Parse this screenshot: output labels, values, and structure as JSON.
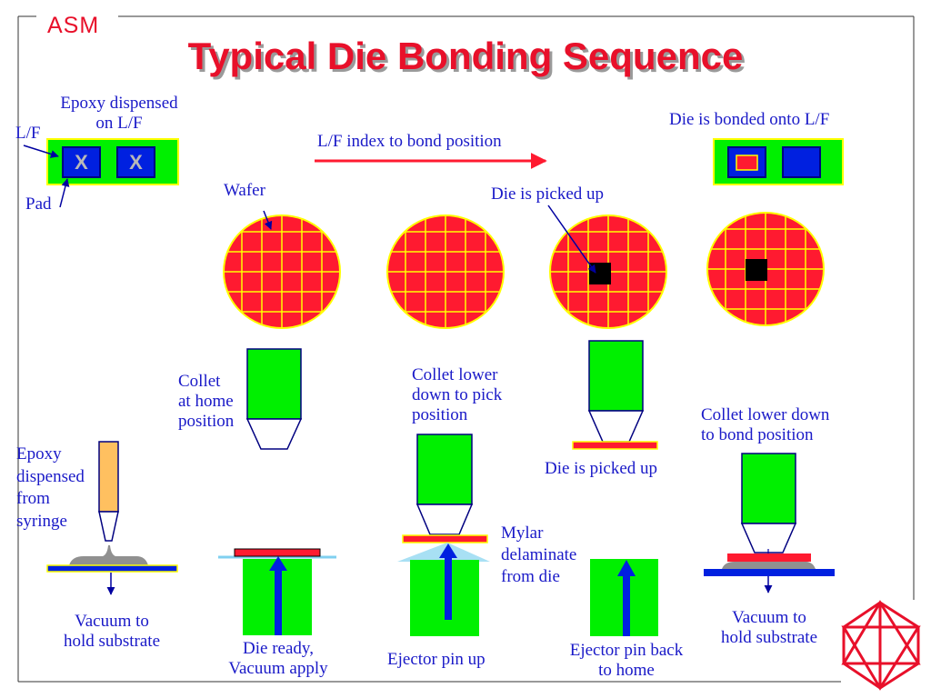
{
  "logo": "ASM",
  "title": "Typical Die Bonding Sequence",
  "lf_panel": {
    "epoxy_line1": "Epoxy dispensed",
    "epoxy_line2": "on L/F",
    "lf": "L/F",
    "pad": "Pad",
    "pad_mark": "X"
  },
  "index_label": "L/F index to bond position",
  "bonded_label": "Die is bonded onto L/F",
  "wafer_label": "Wafer",
  "picked_top_label": "Die is picked up",
  "collet_home": [
    "Collet",
    "at home",
    "position"
  ],
  "collet_pick": [
    "Collet lower",
    "down to pick",
    "position"
  ],
  "picked_mid_label": "Die is picked up",
  "collet_bond": [
    "Collet lower down",
    "to bond position"
  ],
  "epoxy_syringe": [
    "Epoxy",
    "dispensed",
    "from",
    "syringe"
  ],
  "mylar": [
    "Mylar",
    "delaminate",
    "from die"
  ],
  "vacuum_left": [
    "Vacuum to",
    "hold substrate"
  ],
  "die_ready": [
    "Die ready,",
    "Vacuum apply"
  ],
  "ejector_up": "Ejector pin up",
  "ejector_back": [
    "Ejector pin back",
    "to home"
  ],
  "vacuum_right": [
    "Vacuum to",
    "hold substrate"
  ],
  "colors": {
    "red": "#ff1a30",
    "green": "#00f000",
    "blue": "#0020e0",
    "yellow": "#ffff00",
    "navy": "#000080",
    "syringe": "#ffc060"
  }
}
